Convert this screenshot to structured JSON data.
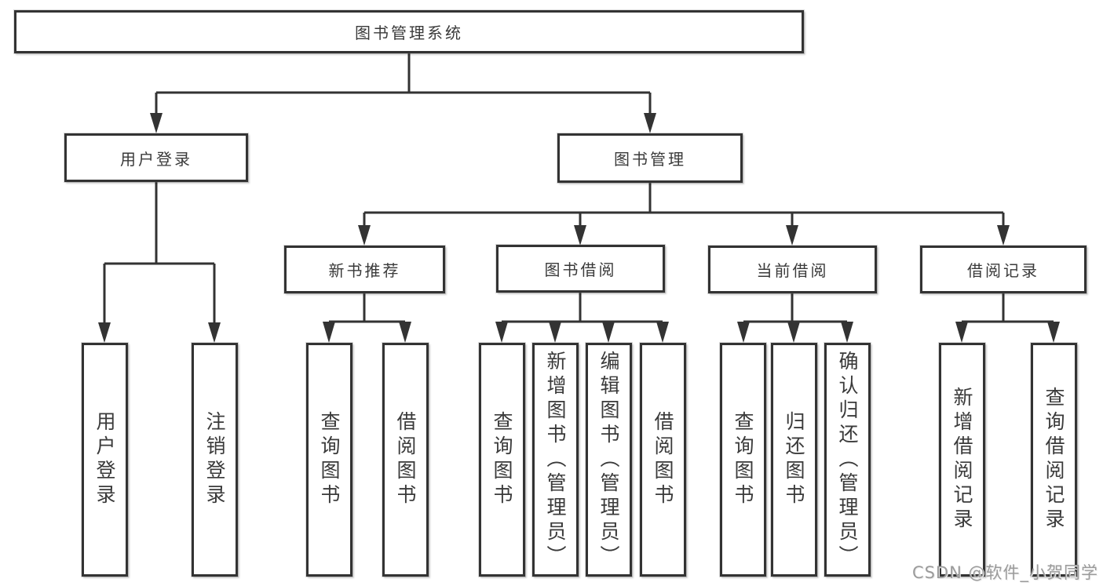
{
  "diagram": {
    "title": "图书管理系统",
    "type": "hierarchy-tree",
    "colors": {
      "background": "#ffffff",
      "line": "#333333",
      "box_border": "#333333",
      "text": "#3a3a3a",
      "watermark": "#9b9b9b"
    },
    "watermark": "CSDN @软件_小贺同学",
    "nodes": {
      "root": {
        "label": "图书管理系统"
      },
      "user_login": {
        "label": "用户登录"
      },
      "book_management": {
        "label": "图书管理"
      },
      "new_book_recommend": {
        "label": "新书推荐"
      },
      "book_borrow": {
        "label": "图书借阅"
      },
      "current_borrow": {
        "label": "当前借阅"
      },
      "borrow_record": {
        "label": "借阅记录"
      },
      "leaf_user_login": {
        "label": "用户登录"
      },
      "leaf_logout": {
        "label": "注销登录"
      },
      "nb_query_book": {
        "label": "查询图书"
      },
      "nb_borrow_book": {
        "label": "借阅图书"
      },
      "bb_query_book": {
        "label": "查询图书"
      },
      "bb_add_book": {
        "label": "新增图书（管理员）"
      },
      "bb_edit_book": {
        "label": "编辑图书（管理员）"
      },
      "bb_borrow_book": {
        "label": "借阅图书"
      },
      "cb_query_book": {
        "label": "查询图书"
      },
      "cb_return_book": {
        "label": "归还图书"
      },
      "cb_confirm_return": {
        "label": "确认归还（管理员）"
      },
      "br_add_record": {
        "label": "新增借阅记录"
      },
      "br_query_record": {
        "label": "查询借阅记录"
      }
    },
    "edges": [
      {
        "parent": "root",
        "children": [
          "user_login",
          "book_management"
        ]
      },
      {
        "parent": "user_login",
        "children": [
          "leaf_user_login",
          "leaf_logout"
        ]
      },
      {
        "parent": "book_management",
        "children": [
          "new_book_recommend",
          "book_borrow",
          "current_borrow",
          "borrow_record"
        ]
      },
      {
        "parent": "new_book_recommend",
        "children": [
          "nb_query_book",
          "nb_borrow_book"
        ]
      },
      {
        "parent": "book_borrow",
        "children": [
          "bb_query_book",
          "bb_add_book",
          "bb_edit_book",
          "bb_borrow_book"
        ]
      },
      {
        "parent": "current_borrow",
        "children": [
          "cb_query_book",
          "cb_return_book",
          "cb_confirm_return"
        ]
      },
      {
        "parent": "borrow_record",
        "children": [
          "br_add_record",
          "br_query_record"
        ]
      }
    ]
  }
}
